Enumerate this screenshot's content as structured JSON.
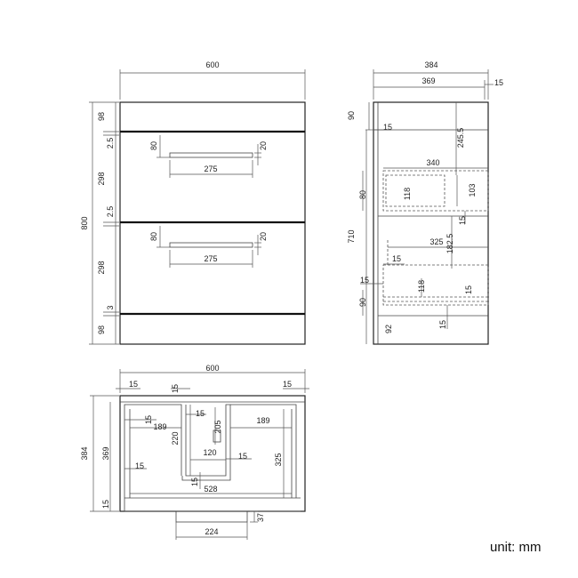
{
  "unit_label": "unit: mm",
  "front_view": {
    "width": "600",
    "height": "800",
    "left_segments": [
      "98",
      "2.5",
      "298",
      "2.5",
      "298",
      "3",
      "98"
    ],
    "handle_gap": "80",
    "handle_depth": "20",
    "handle_length": "275",
    "handle_gap_2": "80",
    "handle_depth_2": "20",
    "handle_length_2": "275"
  },
  "side_view": {
    "depth": "384",
    "inner_depth": "369",
    "back": "15",
    "top": "90",
    "top_panel": "15",
    "upper_offset": "245.5",
    "upper_drawer_depth": "340",
    "upper_front": "80",
    "upper_box": "118",
    "upper_inner": "103",
    "mid_panel": "15",
    "height": "710",
    "lower_drawer_depth": "325",
    "lower_offset": "182.5",
    "lower_panel": "15",
    "lower_side": "15",
    "lower_box": "118",
    "lower_inner": "15",
    "lower_front": "90",
    "bottom_panel": "15",
    "plinth": "92"
  },
  "plan_view": {
    "width": "600",
    "left_panel": "15",
    "divider": "15",
    "right_panel": "15",
    "depth": "384",
    "inner_depth": "369",
    "back_panel": "15",
    "left_shelf": "15",
    "left_width": "189",
    "notch_depth": "220",
    "notch_panel": "15",
    "notch_height": "205",
    "notch_width": "120",
    "notch_side": "15",
    "right_width": "189",
    "right_depth": "325",
    "left_inner": "15",
    "bottom_left": "15",
    "inner_width": "528",
    "plinth_depth": "37",
    "plinth_width": "224"
  }
}
